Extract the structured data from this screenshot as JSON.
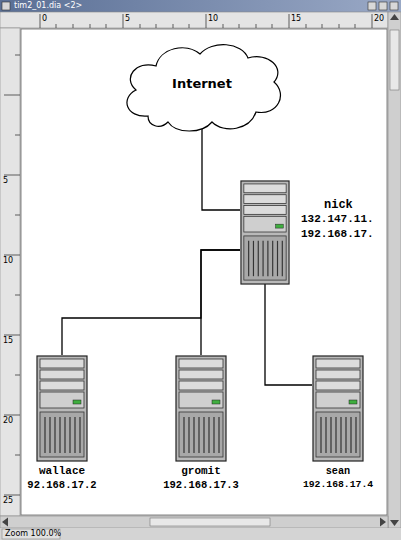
{
  "diagram": {
    "nodes": [
      {
        "text": [
          "Internet"
        ]
      },
      {
        "text": [
          "nick",
          "132.147.11.",
          "192.168.17."
        ]
      },
      {
        "text": [
          "wallace",
          "92.168.17.2"
        ]
      },
      {
        "text": [
          "gromit",
          "192.168.17.3"
        ]
      },
      {
        "text": [
          "sean",
          "192.168.17.4"
        ]
      }
    ],
    "edges": [
      {
        "from": 0,
        "to": 1,
        "arrow": "none"
      },
      {
        "from": 1,
        "to": 2,
        "arrow": "none"
      },
      {
        "from": 1,
        "to": 3,
        "arrow": "none"
      },
      {
        "from": 1,
        "to": 4,
        "arrow": "none"
      }
    ],
    "labels": [
      "tim2_01.dia <2>",
      "0",
      "5",
      "10",
      "15",
      "20",
      "5",
      "10",
      "15",
      "20",
      "25",
      "Zoom 100.0%"
    ]
  }
}
